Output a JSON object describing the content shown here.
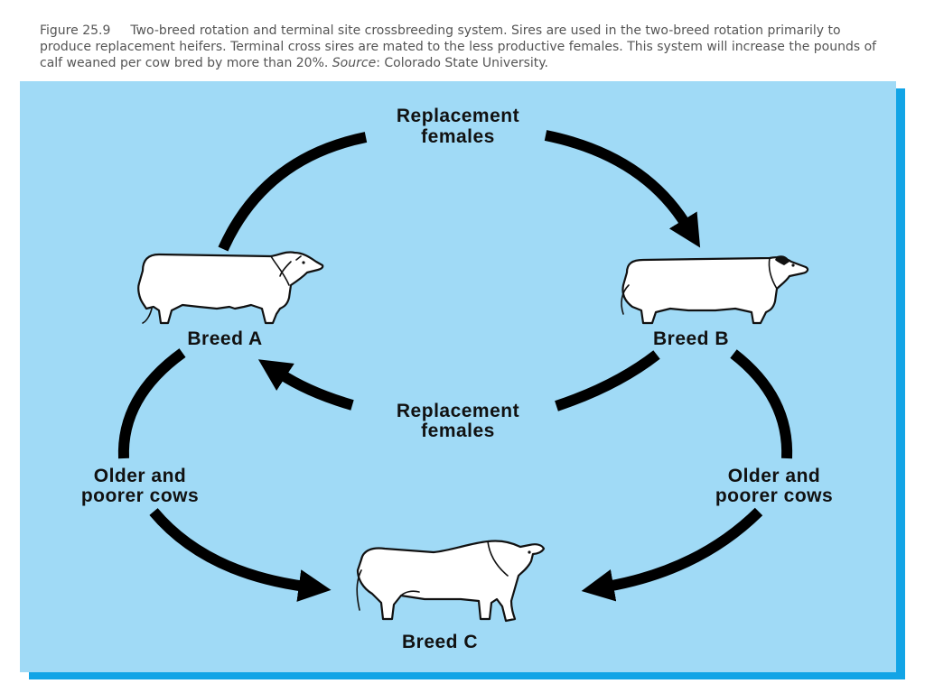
{
  "caption": {
    "figure_number": "Figure 25.9",
    "text_before_source": "Two-breed rotation and terminal site crossbreeding system. Sires are used in the two-breed rotation primarily to produce replacement heifers. Terminal cross sires are mated to the less productive females. This system will increase the pounds of calf weaned per cow bred by more than 20%. ",
    "source_label": "Source",
    "source_text": ": Colorado State University."
  },
  "diagram": {
    "top_label_line1": "Replacement",
    "top_label_line2": "females",
    "middle_label_line1": "Replacement",
    "middle_label_line2": "females",
    "left_label_line1": "Older and",
    "left_label_line2": "poorer cows",
    "right_label_line1": "Older and",
    "right_label_line2": "poorer cows",
    "breed_a": "Breed A",
    "breed_b": "Breed B",
    "breed_c": "Breed C"
  },
  "colors": {
    "panel": "#a0daf6",
    "panel_shadow": "#12a4e6",
    "arrow": "#000000"
  }
}
